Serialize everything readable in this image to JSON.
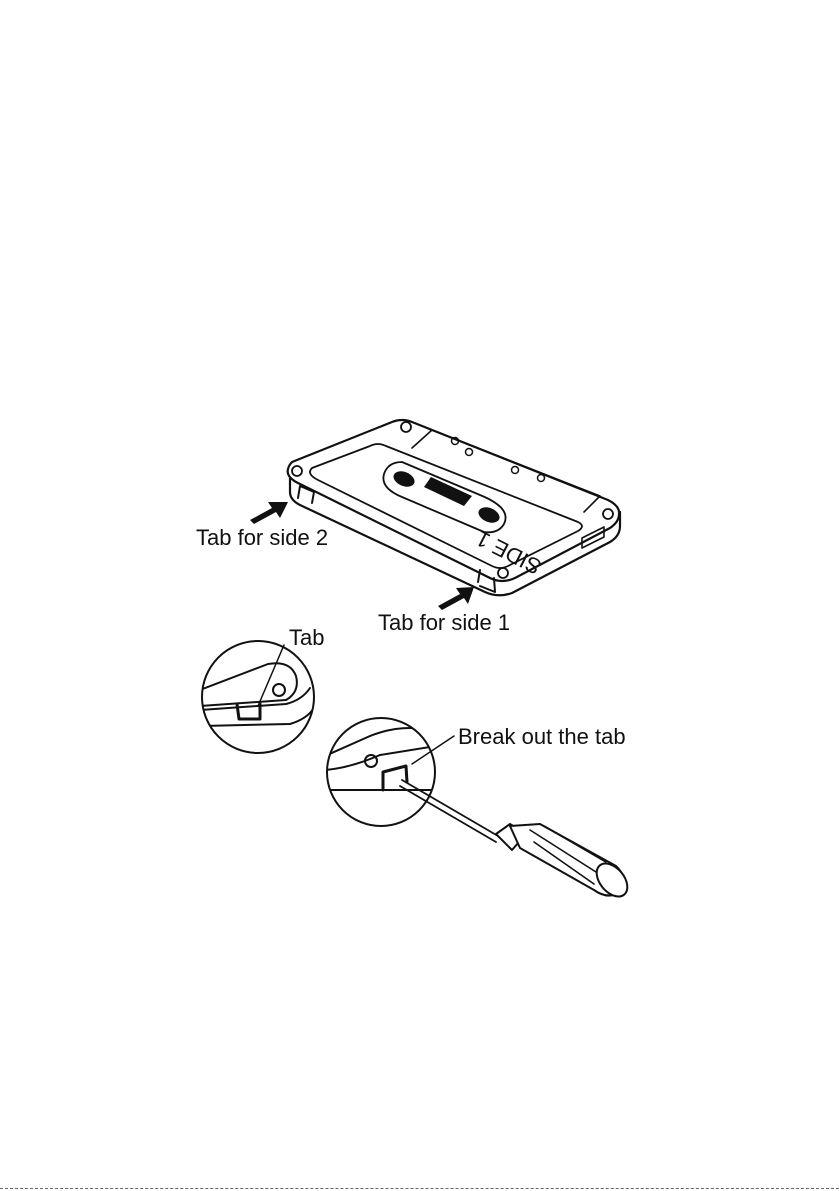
{
  "labels": {
    "tab_side_2": "Tab for side 2",
    "tab_side_1": "Tab for side 1",
    "tab": "Tab",
    "break_out": "Break out the tab"
  },
  "cassette": {
    "side_text": "SIDE 1"
  },
  "colors": {
    "ink": "#111111",
    "background": "#ffffff"
  },
  "icons": [
    "arrow-icon",
    "screwdriver-icon"
  ]
}
